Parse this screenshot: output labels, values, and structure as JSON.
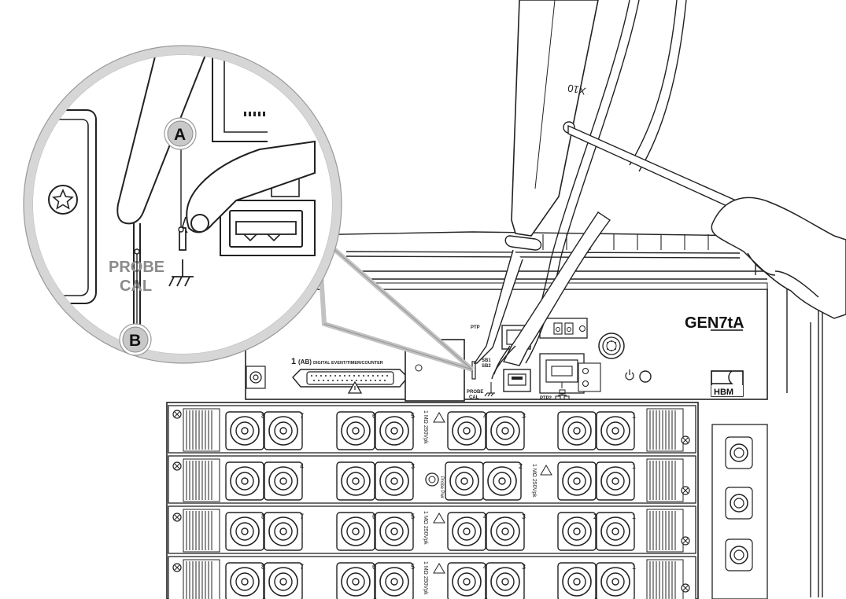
{
  "callouts": {
    "a": "A",
    "b": "B"
  },
  "zoom_labels": {
    "probe": "PROBE",
    "cal": "CAL"
  },
  "probe_text": "X10",
  "panel": {
    "brand": "GEN7tA",
    "logo": "HBM",
    "digital_port_number": "1",
    "digital_port_suffix": "(AB)",
    "digital_port_label": "DIGITAL EVENT/TIMER/COUNTER",
    "probe_cal_label_1": "PROBE",
    "probe_cal_label_2": "CAL",
    "ptp1_label": "PTP",
    "ptp2_label": "PTP2",
    "sb1_label": "SB1",
    "sb2_label": "SB2"
  },
  "cards": [
    {
      "rating": "1 MΩ 250Vpk",
      "channels": [
        "8",
        "7",
        "6",
        "5",
        "4",
        "3",
        "",
        "1"
      ]
    },
    {
      "rating": "1 MΩ 250Vpk",
      "channels": [
        "4",
        "3",
        "2",
        "1"
      ],
      "probe_pwr": "Probe Pwr"
    },
    {
      "rating": "1 MΩ 250Vpk",
      "channels": [
        "8",
        "7",
        "6",
        "5",
        "4",
        "3",
        "2",
        "1"
      ]
    },
    {
      "rating": "1 MΩ 250Vpk",
      "channels": [
        "8",
        "7",
        "6",
        "5",
        "4",
        "3",
        "",
        "1"
      ]
    }
  ],
  "colors": {
    "callout_fill": "#c8c8c8",
    "zoom_ring": "#d6d6d6",
    "line": "#222222",
    "label_gray": "#8a8a8a"
  },
  "icons": [
    "power-icon",
    "ground-icon",
    "warning-icon",
    "ethernet-icon",
    "bnc-connector-icon",
    "screw-icon"
  ]
}
